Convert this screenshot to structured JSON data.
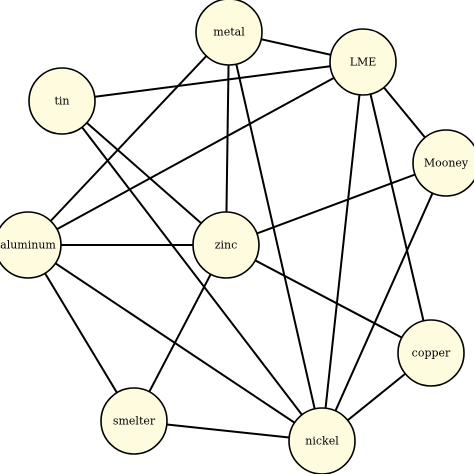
{
  "graph": {
    "node_fill": "#fefbdf",
    "node_stroke": "#000000",
    "edge_color": "#000000",
    "nodes": [
      {
        "id": "metal",
        "label": "metal"
      },
      {
        "id": "LME",
        "label": "LME"
      },
      {
        "id": "tin",
        "label": "tin"
      },
      {
        "id": "Mooney",
        "label": "Mooney"
      },
      {
        "id": "aluminum",
        "label": "aluminum"
      },
      {
        "id": "zinc",
        "label": "zinc"
      },
      {
        "id": "copper",
        "label": "copper"
      },
      {
        "id": "smelter",
        "label": "smelter"
      },
      {
        "id": "nickel",
        "label": "nickel"
      }
    ],
    "edges": [
      [
        "metal",
        "LME"
      ],
      [
        "metal",
        "aluminum"
      ],
      [
        "metal",
        "zinc"
      ],
      [
        "metal",
        "nickel"
      ],
      [
        "LME",
        "tin"
      ],
      [
        "LME",
        "aluminum"
      ],
      [
        "LME",
        "Mooney"
      ],
      [
        "LME",
        "copper"
      ],
      [
        "LME",
        "nickel"
      ],
      [
        "tin",
        "zinc"
      ],
      [
        "tin",
        "nickel"
      ],
      [
        "Mooney",
        "zinc"
      ],
      [
        "Mooney",
        "nickel"
      ],
      [
        "aluminum",
        "zinc"
      ],
      [
        "aluminum",
        "smelter"
      ],
      [
        "aluminum",
        "nickel"
      ],
      [
        "zinc",
        "smelter"
      ],
      [
        "zinc",
        "copper"
      ],
      [
        "copper",
        "nickel"
      ],
      [
        "smelter",
        "nickel"
      ]
    ]
  }
}
